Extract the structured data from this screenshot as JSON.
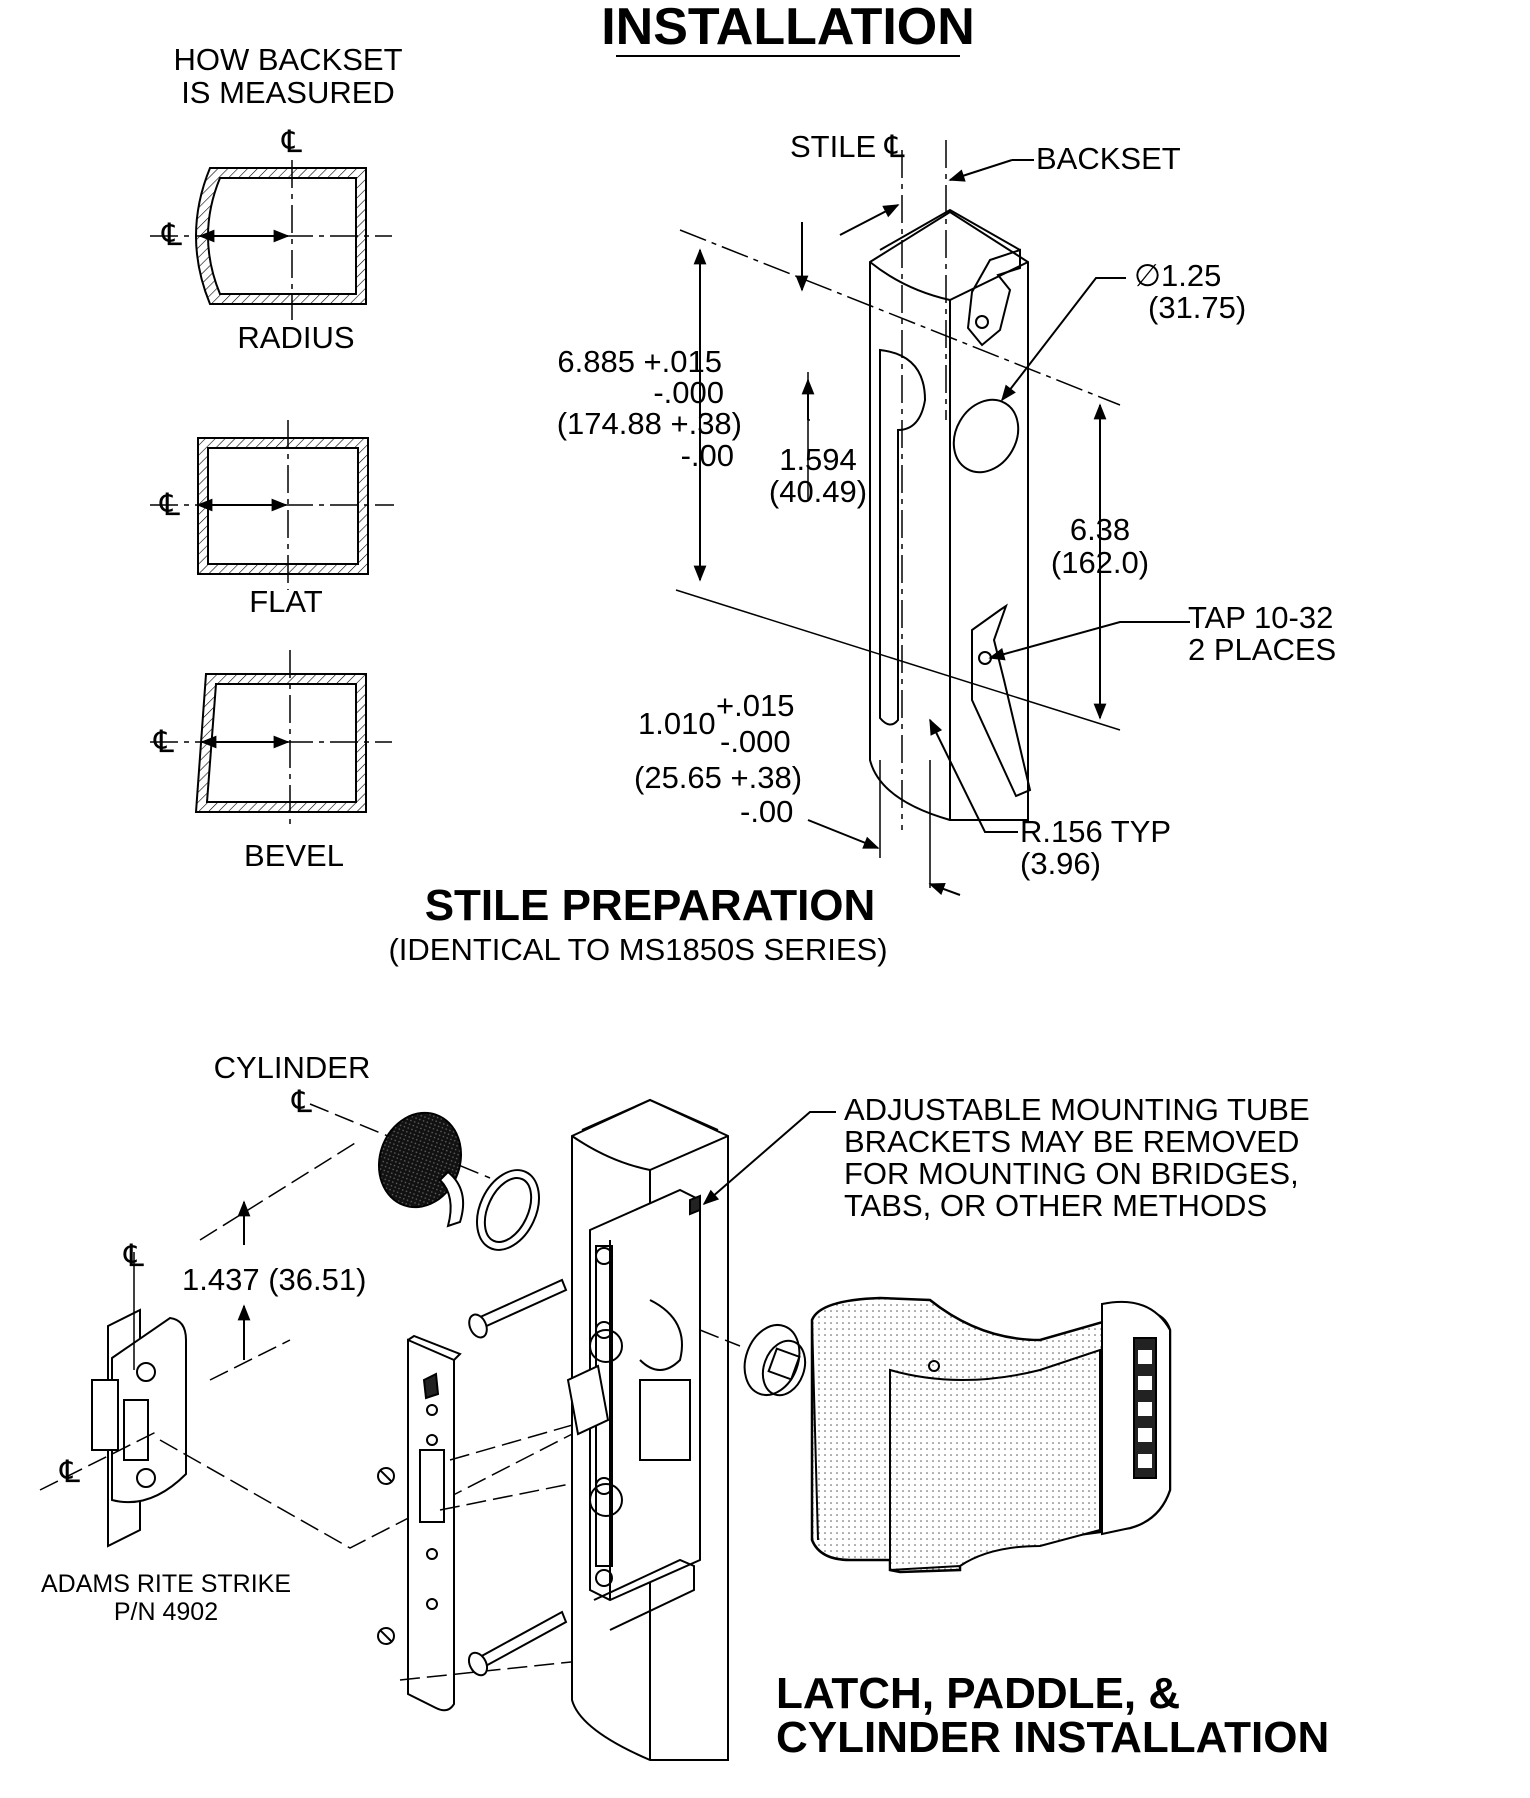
{
  "title": "INSTALLATION",
  "backset": {
    "heading_line1": "HOW BACKSET",
    "heading_line2": "IS MEASURED",
    "radius_label": "RADIUS",
    "flat_label": "FLAT",
    "bevel_label": "BEVEL",
    "cl_symbol": "℄"
  },
  "stile_prep": {
    "heading": "STILE PREPARATION",
    "subheading": "(IDENTICAL TO MS1850S SERIES)",
    "stile_label": "STILE ℄",
    "backset_label": "BACKSET",
    "dia_line1": "∅1.25",
    "dia_line2": "(31.75)",
    "dim_6885_line1": "6.885 +.015",
    "dim_6885_line2": "-.000",
    "dim_6885_line3": "(174.88 +.38)",
    "dim_6885_line4": "-.00",
    "dim_1594_line1": "1.594",
    "dim_1594_line2": "(40.49)",
    "dim_638_line1": "6.38",
    "dim_638_line2": "(162.0)",
    "tap_line1": "TAP 10-32",
    "tap_line2": "2 PLACES",
    "dim_1010_main": "1.010",
    "dim_1010_sup": "+.015",
    "dim_1010_sub": "-.000",
    "dim_1010_mm1": "(25.65 +.38)",
    "dim_1010_mm2": "-.00",
    "radius_line1": "R.156 TYP",
    "radius_line2": "(3.96)"
  },
  "latch_install": {
    "cylinder_label": "CYLINDER",
    "cl_symbol": "℄",
    "mount_note_line1": "ADJUSTABLE MOUNTING TUBE",
    "mount_note_line2": "BRACKETS MAY BE REMOVED",
    "mount_note_line3": "FOR MOUNTING ON BRIDGES,",
    "mount_note_line4": "TABS, OR OTHER METHODS",
    "dim_1437": "1.437 (36.51)",
    "strike_line1": "ADAMS RITE STRIKE",
    "strike_line2": "P/N 4902",
    "heading_line1": "LATCH, PADDLE, &",
    "heading_line2": "CYLINDER INSTALLATION"
  }
}
